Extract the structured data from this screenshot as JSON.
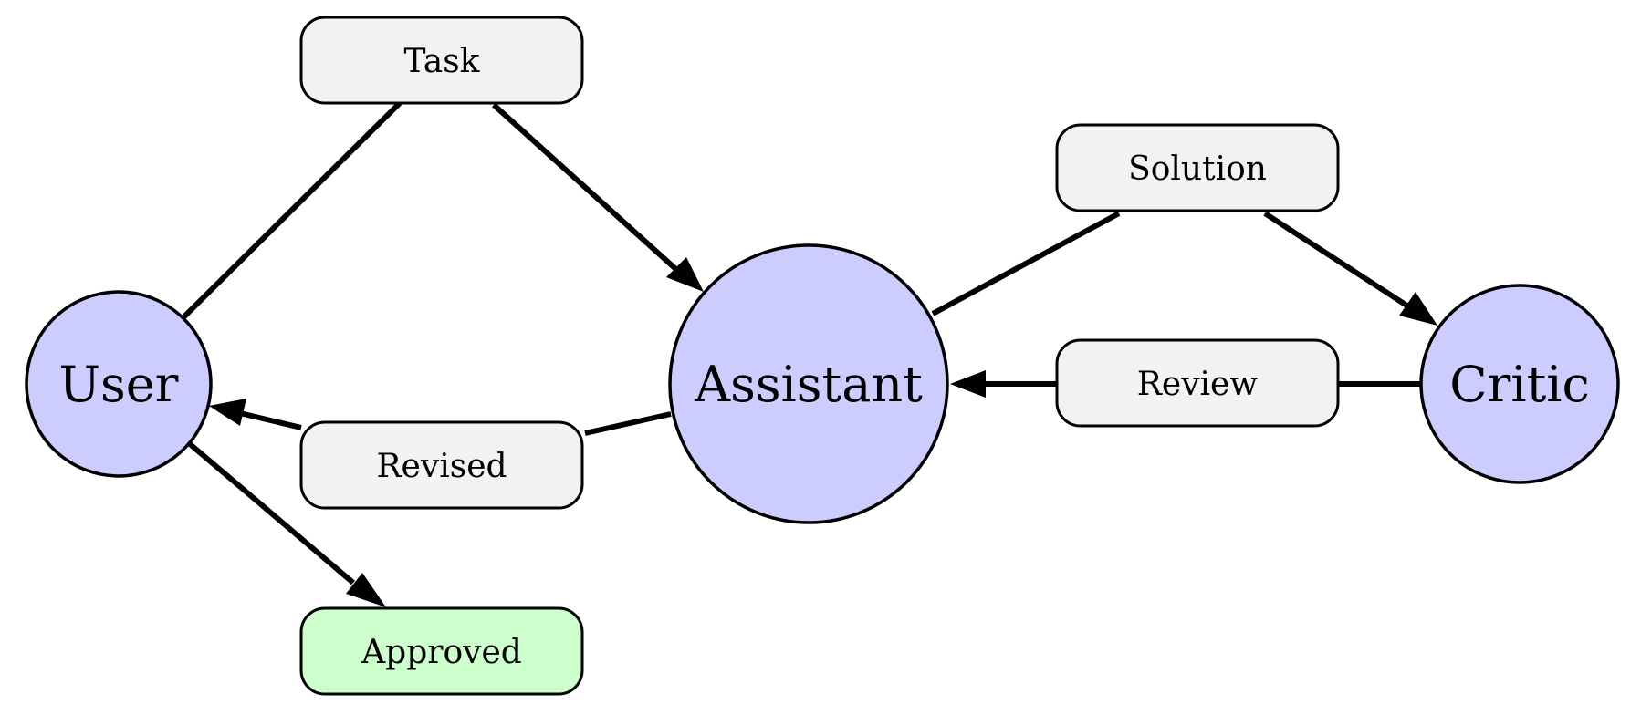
{
  "nodes": {
    "user": "User",
    "assistant": "Assistant",
    "critic": "Critic"
  },
  "messages": {
    "task": "Task",
    "solution": "Solution",
    "review": "Review",
    "revised": "Revised",
    "approved": "Approved"
  },
  "colors": {
    "agent_fill": "#ccccff",
    "message_fill": "#f2f2f2",
    "approved_fill": "#ccffcc",
    "stroke": "#000000"
  }
}
